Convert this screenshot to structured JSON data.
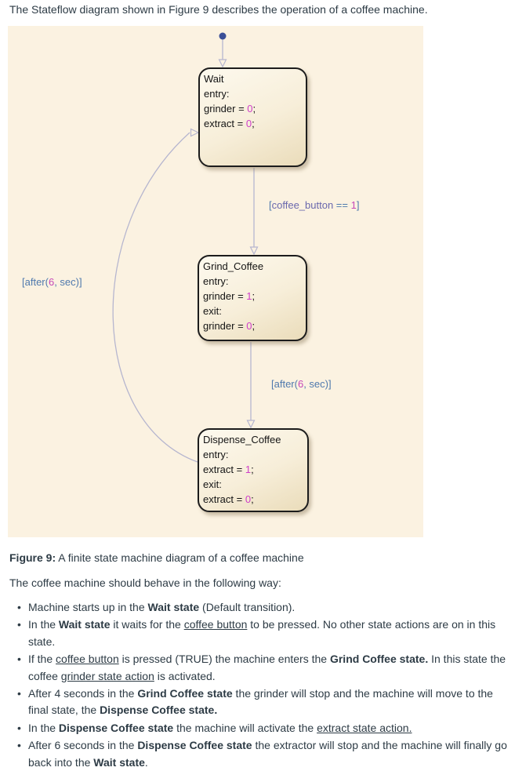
{
  "page": {
    "intro": "The Stateflow diagram shown in Figure 9 describes the operation of a coffee machine.",
    "figure_caption": [
      {
        "t": "Figure 9:",
        "b": true
      },
      {
        "t": " A finite state machine diagram of a coffee machine"
      }
    ],
    "behavior_intro": "The coffee machine should behave in the following way:",
    "bullets": [
      [
        {
          "t": "Machine starts up in the "
        },
        {
          "t": "Wait state",
          "b": true
        },
        {
          "t": " (Default transition)."
        }
      ],
      [
        {
          "t": "In the "
        },
        {
          "t": "Wait state",
          "b": true
        },
        {
          "t": " it waits for the "
        },
        {
          "t": "coffee button",
          "u": true
        },
        {
          "t": " to be pressed. No other state actions are on in this state."
        }
      ],
      [
        {
          "t": "If the "
        },
        {
          "t": "coffee button",
          "u": true
        },
        {
          "t": " is pressed (TRUE) the machine enters the "
        },
        {
          "t": "Grind Coffee state.",
          "b": true
        },
        {
          "t": " In this state the coffee "
        },
        {
          "t": "grinder state action",
          "u": true
        },
        {
          "t": " is activated."
        }
      ],
      [
        {
          "t": "After 4 seconds in the "
        },
        {
          "t": "Grind Coffee state",
          "b": true
        },
        {
          "t": " the grinder will stop and the machine will move to the final state, the "
        },
        {
          "t": "Dispense Coffee state.",
          "b": true
        }
      ],
      [
        {
          "t": "In the "
        },
        {
          "t": "Dispense Coffee state",
          "b": true
        },
        {
          "t": " the machine will activate the "
        },
        {
          "t": "extract state action.",
          "u": true
        }
      ],
      [
        {
          "t": "After 6 seconds in the "
        },
        {
          "t": "Dispense Coffee state",
          "b": true
        },
        {
          "t": " the extractor will stop and the machine will finally go back into the "
        },
        {
          "t": "Wait state",
          "b": true
        },
        {
          "t": "."
        }
      ]
    ]
  },
  "diagram": {
    "colors": {
      "canvas_bg": "#fbf2e1",
      "state_border": "#1c1c1c",
      "state_fill": "#f7eed9",
      "number": "#cf3ec9",
      "transition_line": "#b6b6cf",
      "default_dot": "#3b4f97",
      "label_identifier": "#6a68ad",
      "label_operator": "#4f79ad",
      "label_number": "#c649b8"
    },
    "states": {
      "wait": {
        "lines": [
          [
            {
              "t": "Wait"
            }
          ],
          [
            {
              "t": "entry:"
            }
          ],
          [
            {
              "t": "grinder = "
            },
            {
              "t": "0",
              "c": "num"
            },
            {
              "t": ";"
            }
          ],
          [
            {
              "t": "extract = "
            },
            {
              "t": "0",
              "c": "num"
            },
            {
              "t": ";"
            }
          ]
        ]
      },
      "grind": {
        "lines": [
          [
            {
              "t": "Grind_Coffee"
            }
          ],
          [
            {
              "t": "entry:"
            }
          ],
          [
            {
              "t": "grinder = "
            },
            {
              "t": "1",
              "c": "num"
            },
            {
              "t": ";"
            }
          ],
          [
            {
              "t": "exit:"
            }
          ],
          [
            {
              "t": "grinder = "
            },
            {
              "t": "0",
              "c": "num"
            },
            {
              "t": ";"
            }
          ]
        ]
      },
      "dispense": {
        "lines": [
          [
            {
              "t": "Dispense_Coffee"
            }
          ],
          [
            {
              "t": "entry:"
            }
          ],
          [
            {
              "t": "extract = "
            },
            {
              "t": "1",
              "c": "num"
            },
            {
              "t": ";"
            }
          ],
          [
            {
              "t": "exit:"
            }
          ],
          [
            {
              "t": "extract = "
            },
            {
              "t": "0",
              "c": "num"
            },
            {
              "t": ";"
            }
          ]
        ]
      }
    },
    "labels": {
      "coffee_button": [
        {
          "t": "[",
          "c": "op"
        },
        {
          "t": "coffee_button",
          "c": "kw"
        },
        {
          "t": " == ",
          "c": "op"
        },
        {
          "t": "1",
          "c": "num"
        },
        {
          "t": "]",
          "c": "op"
        }
      ],
      "after_right": [
        {
          "t": "[after(",
          "c": "op"
        },
        {
          "t": "6",
          "c": "num"
        },
        {
          "t": ", sec)]",
          "c": "op"
        }
      ],
      "after_left": [
        {
          "t": "[after(",
          "c": "op"
        },
        {
          "t": "6",
          "c": "num"
        },
        {
          "t": ", sec)]",
          "c": "op"
        }
      ]
    }
  }
}
